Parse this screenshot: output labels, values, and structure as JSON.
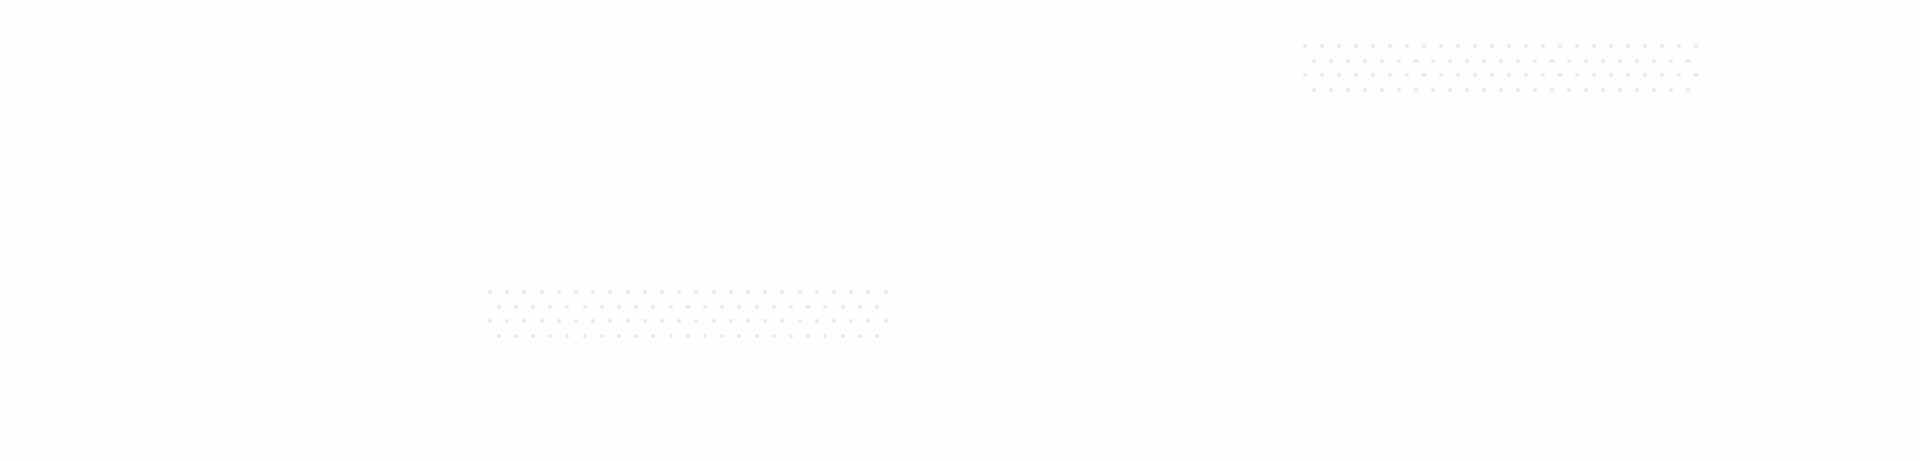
{
  "colors": {
    "background": "#fefefe",
    "dot": "#e4ecf9"
  },
  "decorations": [
    {
      "name": "dot-pattern-top",
      "icon": "dot-grid-pattern"
    },
    {
      "name": "dot-pattern-bottom",
      "icon": "dot-grid-pattern"
    }
  ]
}
